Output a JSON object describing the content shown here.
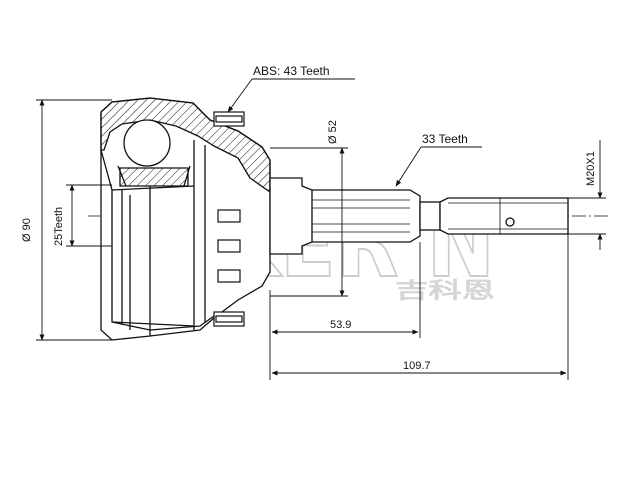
{
  "labels": {
    "abs_teeth": "ABS: 43 Teeth",
    "outer_teeth": "33 Teeth",
    "inner_teeth": "25Teeth",
    "outer_diameter": "Ø 90",
    "seal_diameter": "Ø 52",
    "thread": "M20X1",
    "length_short": "53.9",
    "length_total": "109.7"
  },
  "watermark": {
    "latin": "GKER N",
    "chinese": "吉科恩"
  },
  "colors": {
    "line": "#111111",
    "watermark": "#d9d9d9"
  }
}
